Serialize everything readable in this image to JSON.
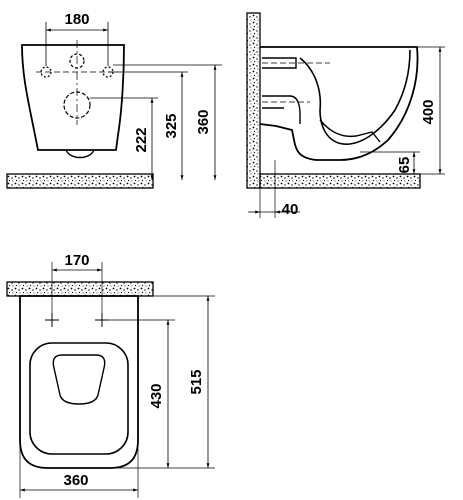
{
  "front_view": {
    "pipe_spacing": "180",
    "height_pipe_upper": "360",
    "height_pipe_lower": "325",
    "height_bowl_bottom": "222"
  },
  "side_view": {
    "height_top": "400",
    "height_outlet": "65",
    "wall_offset": "40"
  },
  "top_view": {
    "bolt_spacing": "170",
    "length_total": "515",
    "length_bowl": "430",
    "width": "360"
  }
}
